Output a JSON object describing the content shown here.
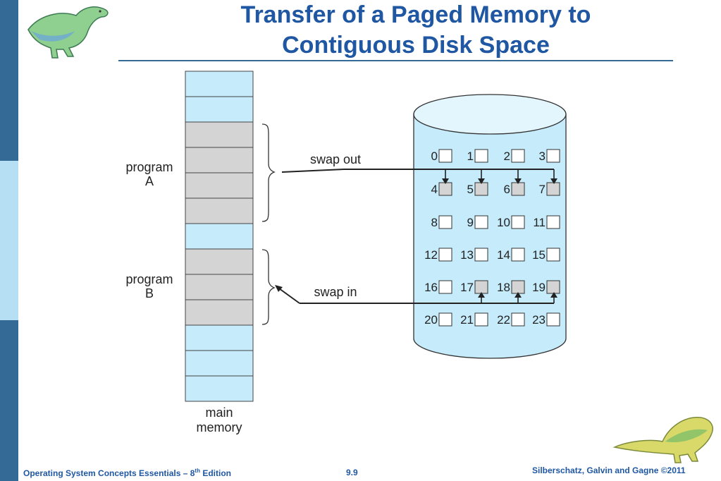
{
  "slide": {
    "title_line1": "Transfer of a Paged Memory to",
    "title_line2": "Contiguous Disk Space",
    "footer_left_main": "Operating System Concepts Essentials – 8",
    "footer_left_sup": "th",
    "footer_left_end": " Edition",
    "footer_page": "9.9",
    "footer_right": "Silberschatz, Galvin and Gagne ©2011"
  },
  "colors": {
    "sidebar_dark": "#346a96",
    "sidebar_light": "#b7dff3",
    "title": "#1f57a3",
    "memory_free": "#c6ebfb",
    "memory_used": "#d4d4d4",
    "disk_body": "#c6ebfb"
  },
  "diagram": {
    "memory_label_line1": "main",
    "memory_label_line2": "memory",
    "memory_frames": [
      "free",
      "free",
      "used",
      "used",
      "used",
      "used",
      "free",
      "used",
      "used",
      "used",
      "free",
      "free",
      "free"
    ],
    "program_a_line1": "program",
    "program_a_line2": "A",
    "program_b_line1": "program",
    "program_b_line2": "B",
    "swap_out_label": "swap out",
    "swap_in_label": "swap in",
    "disk_blocks": [
      [
        "0",
        "1",
        "2",
        "3"
      ],
      [
        "4",
        "5",
        "6",
        "7"
      ],
      [
        "8",
        "9",
        "10",
        "11"
      ],
      [
        "12",
        "13",
        "14",
        "15"
      ],
      [
        "16",
        "17",
        "18",
        "19"
      ],
      [
        "20",
        "21",
        "22",
        "23"
      ]
    ],
    "shaded_blocks": [
      "4",
      "5",
      "6",
      "7",
      "17",
      "18",
      "19"
    ]
  }
}
